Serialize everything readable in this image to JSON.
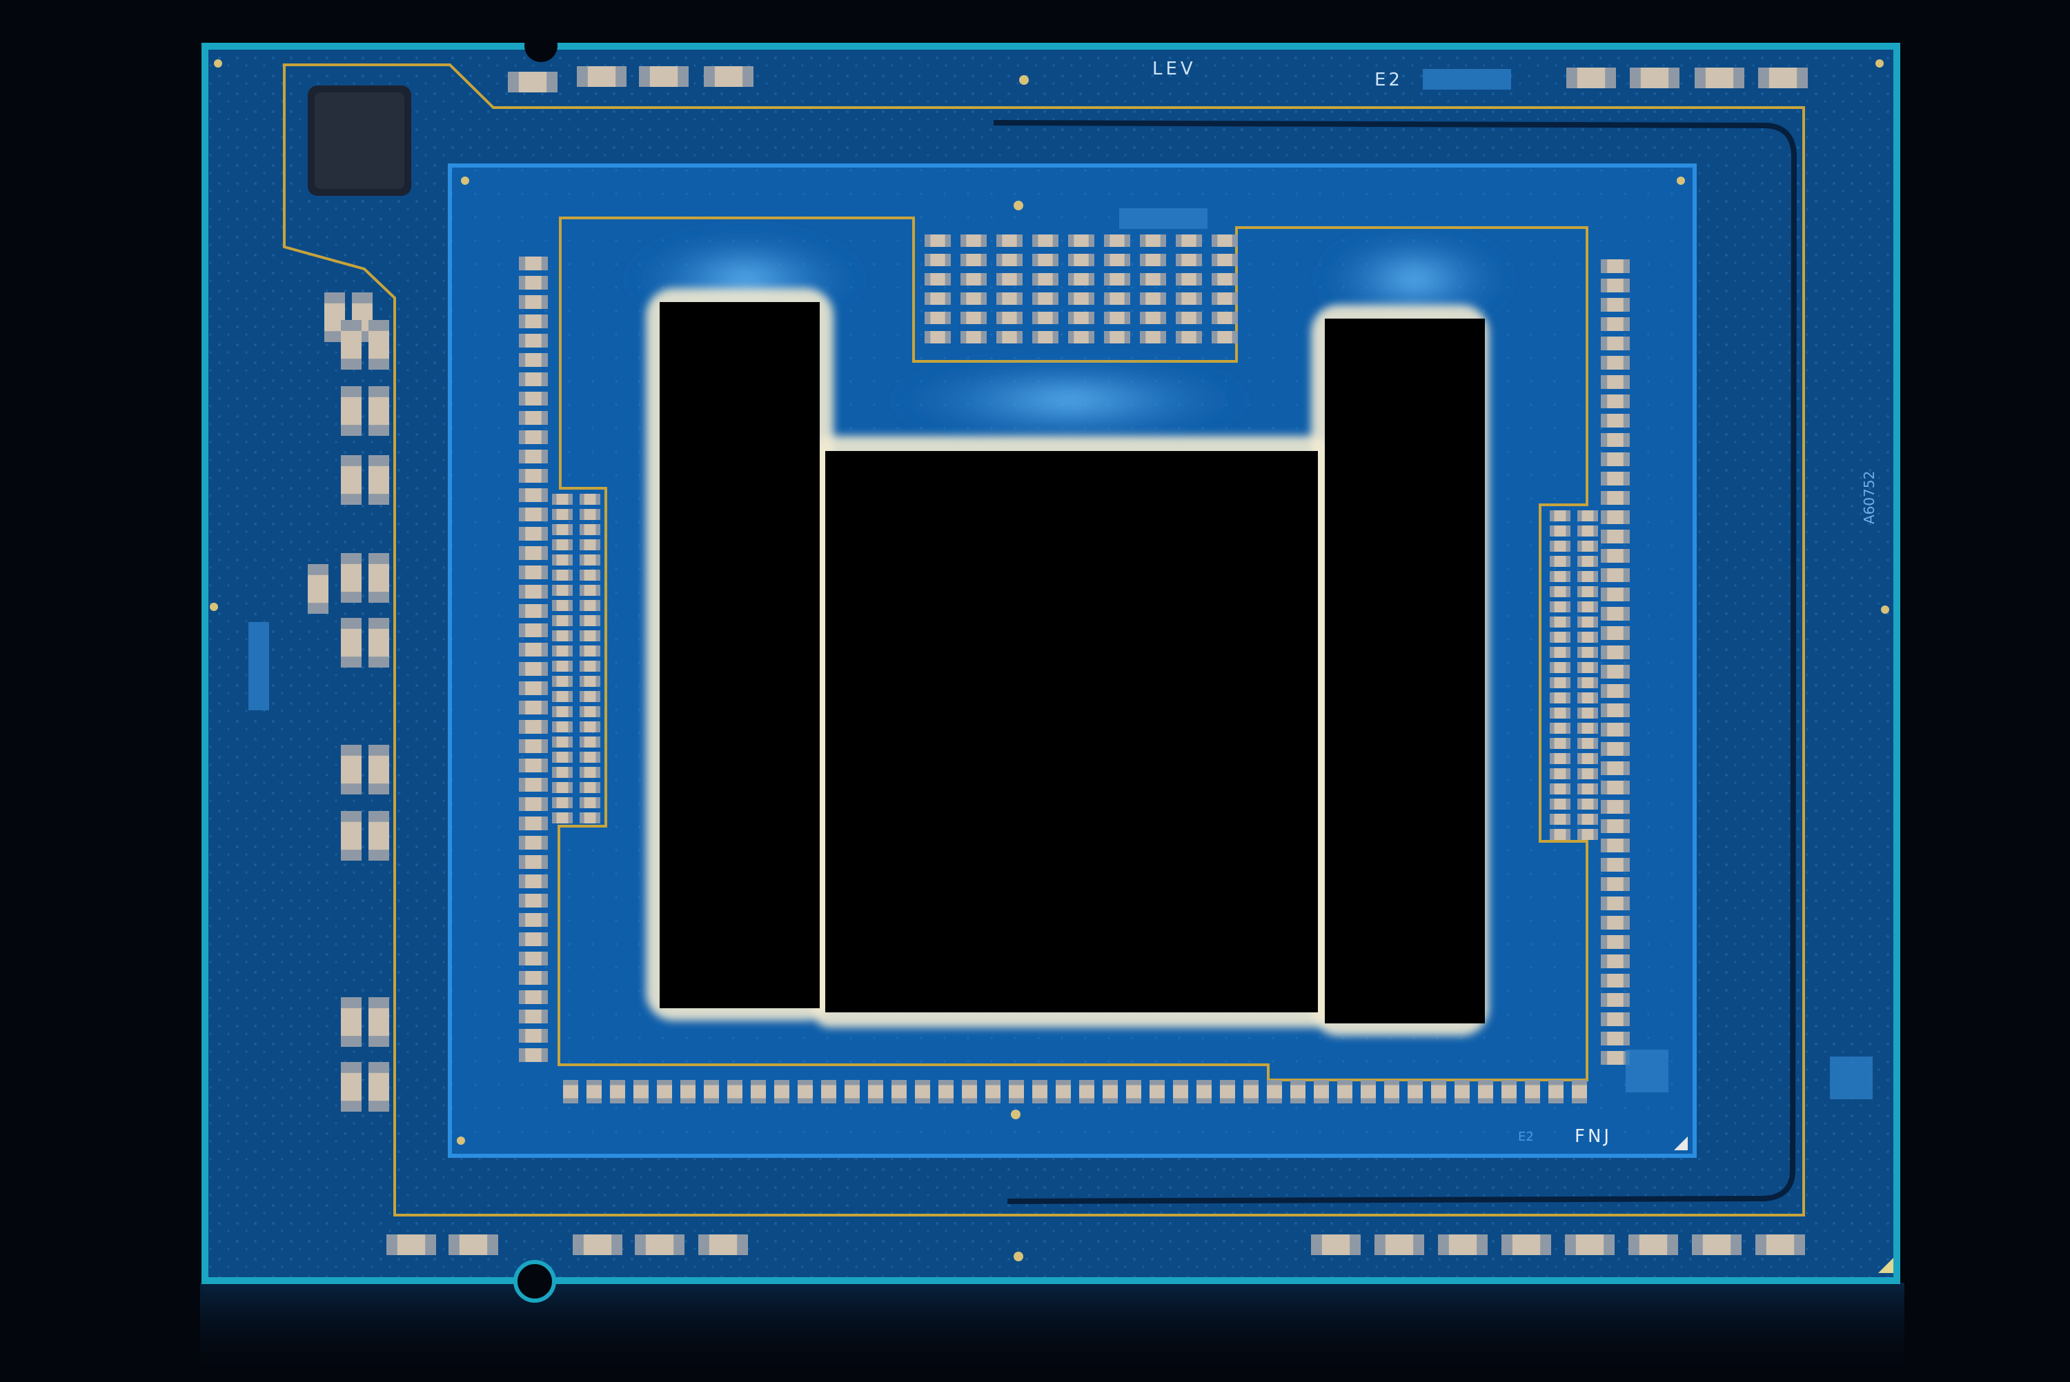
{
  "image": {
    "substrate_markings": {
      "top": "LEV",
      "top_right": "E2",
      "interposer_corner": "FNJ",
      "interposer_small": "E2",
      "side_label": "A60752"
    },
    "colors": {
      "background": "#03060d",
      "substrate": "#0c4a86",
      "substrate_edge": "#1aa6c2",
      "interposer": "#0f5eaa",
      "gold_trace": "#c8a43a",
      "die": "#000000",
      "capacitor_body": "#cfc2b0",
      "capacitor_cap": "#8f99a5",
      "underfill": "#f1ead0"
    },
    "components": {
      "dies": [
        "compute-die-left",
        "compute-die-center",
        "compute-die-right"
      ],
      "icon": "chip-package-icon"
    }
  }
}
